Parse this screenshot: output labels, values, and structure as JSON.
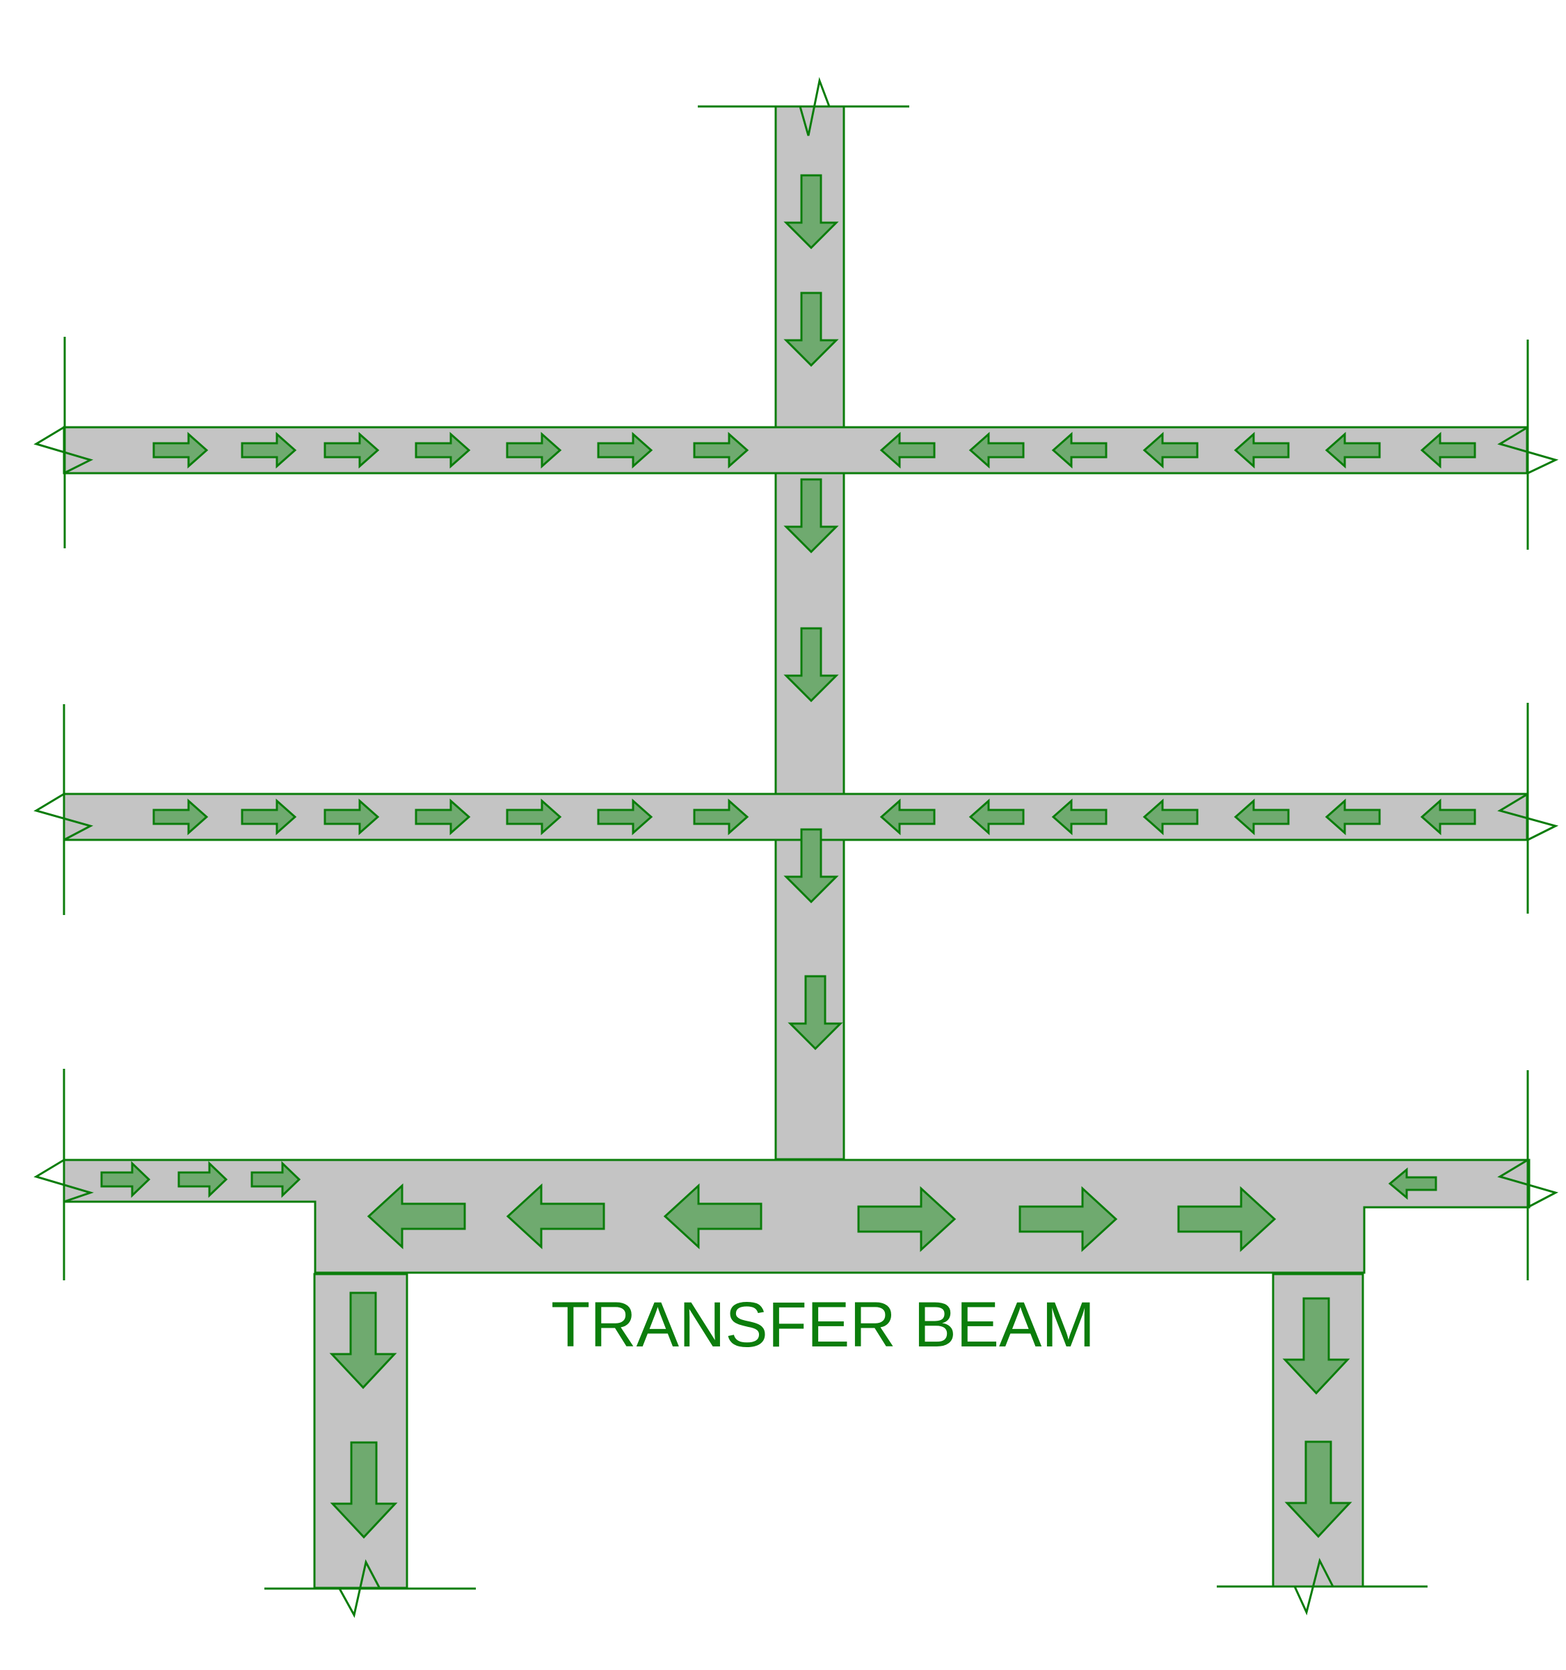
{
  "diagram": {
    "label": "TRANSFER BEAM",
    "colors": {
      "member_fill": "#c4c4c4",
      "stroke": "#0b7d0b",
      "arrow_fill": "#6faa6f",
      "text": "#0b7d0b"
    },
    "arrow_directions": {
      "upper_column": "down",
      "slab_left": "right",
      "slab_right": "left",
      "transfer_beam_left_half": "left",
      "transfer_beam_right_half": "right",
      "support_columns": "down"
    }
  }
}
